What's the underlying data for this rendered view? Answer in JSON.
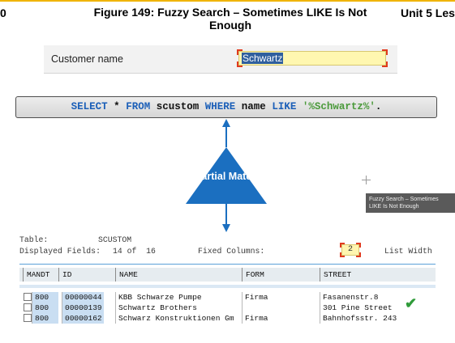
{
  "header": {
    "left_fragment": "0",
    "title": "Figure 149: Fuzzy Search – Sometimes LIKE Is Not Enough",
    "right_fragment": "Unit 5 Les"
  },
  "search_field": {
    "label": "Customer name",
    "value": "Schwartz"
  },
  "sql": {
    "kw_select": "SELECT",
    "star": "*",
    "kw_from": "FROM",
    "table": "scustom",
    "kw_where": "WHERE",
    "column": "name",
    "kw_like": "LIKE",
    "pattern": "'%Schwartz%'",
    "terminator": "."
  },
  "diagram": {
    "triangle_label": "Partial Match",
    "accent_color": "#1b6fc0"
  },
  "tooltip": {
    "text": "Fuzzy Search – Sometimes LIKE Is Not Enough"
  },
  "report": {
    "table_label": "Table:",
    "table_name": "SCUSTOM",
    "displayed_label": "Displayed Fields:",
    "displayed_value": "14 of  16",
    "fixed_label": "Fixed Columns:",
    "fixed_value": "2",
    "list_width_label": "List Width"
  },
  "table": {
    "columns": [
      "MANDT",
      "ID",
      "NAME",
      "FORM",
      "STREET"
    ],
    "rows": [
      {
        "mandt": "800",
        "id": "00000044",
        "name": "KBB Schwarze Pumpe",
        "form": "Firma",
        "street": "Fasanenstr.8"
      },
      {
        "mandt": "800",
        "id": "00000139",
        "name": "Schwartz Brothers",
        "form": "",
        "street": "301 Pine Street"
      },
      {
        "mandt": "800",
        "id": "00000162",
        "name": "Schwarz Konstruktionen Gm",
        "form": "Firma",
        "street": "Bahnhofsstr. 243"
      }
    ],
    "match_icon": "checkmark-icon",
    "match_mark": "✔"
  }
}
